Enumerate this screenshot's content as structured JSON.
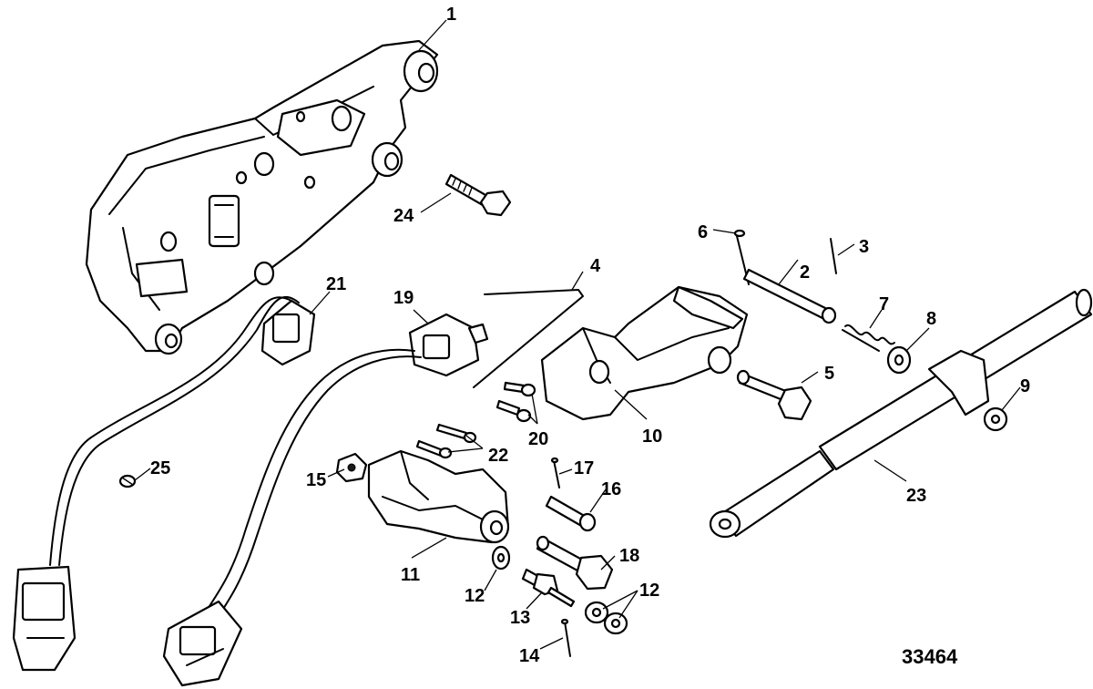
{
  "diagram_id": "33464",
  "callouts": {
    "c1": "1",
    "c2": "2",
    "c3": "3",
    "c4": "4",
    "c5": "5",
    "c6": "6",
    "c7": "7",
    "c8": "8",
    "c9": "9",
    "c10": "10",
    "c11": "11",
    "c12a": "12",
    "c12b": "12",
    "c13": "13",
    "c14": "14",
    "c15": "15",
    "c16": "16",
    "c17": "17",
    "c18": "18",
    "c19": "19",
    "c20": "20",
    "c21": "21",
    "c22": "22",
    "c23": "23",
    "c24": "24",
    "c25": "25"
  }
}
